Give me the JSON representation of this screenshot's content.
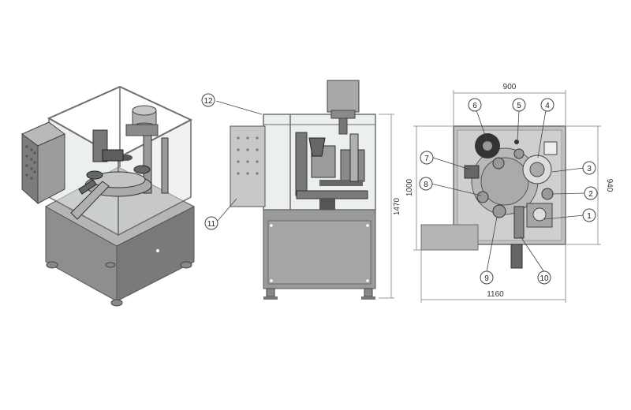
{
  "colors": {
    "frame": "#a9a9a9",
    "frame_dark": "#6e6e6e",
    "panel": "#8e8e8e",
    "panel_light": "#b8b8b8",
    "glass": "#d9dde0",
    "line": "#444444",
    "dim_line": "#999999"
  },
  "callouts": [
    {
      "id": "c12",
      "label": "12"
    },
    {
      "id": "c11",
      "label": "11"
    },
    {
      "id": "c6",
      "label": "6"
    },
    {
      "id": "c5",
      "label": "5"
    },
    {
      "id": "c4",
      "label": "4"
    },
    {
      "id": "c3",
      "label": "3"
    },
    {
      "id": "c7",
      "label": "7"
    },
    {
      "id": "c8",
      "label": "8"
    },
    {
      "id": "c2",
      "label": "2"
    },
    {
      "id": "c1",
      "label": "1"
    },
    {
      "id": "c9",
      "label": "9"
    },
    {
      "id": "c10",
      "label": "10"
    }
  ],
  "dimensions": {
    "side_height": "1470",
    "top_width_upper": "900",
    "top_width_lower": "1160",
    "top_depth_left": "1000",
    "top_depth_right": "940"
  }
}
